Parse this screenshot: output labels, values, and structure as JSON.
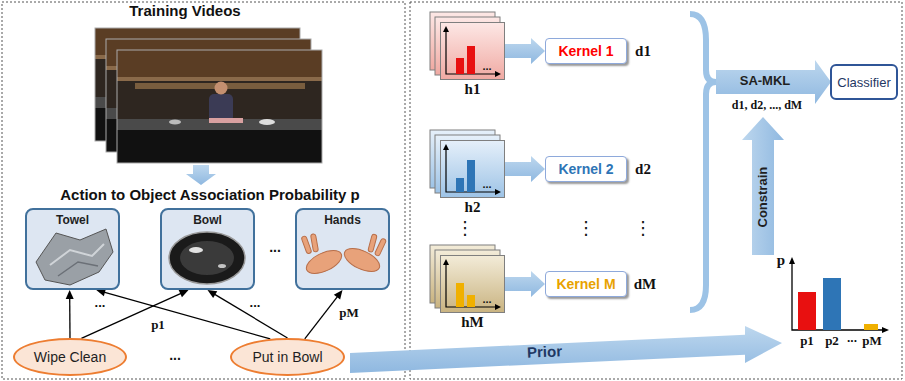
{
  "diagram": {
    "nodes": [
      {
        "text": [
          "Towel"
        ]
      },
      {
        "text": [
          "Bowl"
        ]
      },
      {
        "text": [
          "Hands"
        ]
      },
      {
        "text": [
          "Wipe Clean"
        ]
      },
      {
        "text": [
          "Put in Bowl"
        ]
      },
      {
        "text": [
          "h1"
        ]
      },
      {
        "text": [
          "Kernel 1"
        ]
      },
      {
        "text": [
          "h2"
        ]
      },
      {
        "text": [
          "Kernel 2"
        ]
      },
      {
        "text": [
          "hM"
        ]
      },
      {
        "text": [
          "Kernel M"
        ]
      },
      {
        "text": [
          "Classifier"
        ]
      }
    ],
    "edges": [
      {
        "from": 3,
        "to": 0,
        "arrow": "to"
      },
      {
        "from": 3,
        "to": 1,
        "arrow": "to"
      },
      {
        "from": 4,
        "to": 0,
        "arrow": "to",
        "label": "p1"
      },
      {
        "from": 4,
        "to": 1,
        "arrow": "to"
      },
      {
        "from": 4,
        "to": 2,
        "arrow": "to",
        "label": "pM"
      },
      {
        "from": 5,
        "to": 6,
        "arrow": "to"
      },
      {
        "from": 7,
        "to": 8,
        "arrow": "to"
      },
      {
        "from": 9,
        "to": 10,
        "arrow": "to"
      }
    ],
    "labels": [
      "Training Videos",
      "Action to Object Association Probability p",
      "...",
      "...",
      "...",
      "...",
      "Prior",
      "...",
      "...",
      "...",
      "d1",
      "⋮",
      "⋮",
      "⋮",
      "d2",
      "dM",
      "SA-MKL",
      "d1, d2, ..., dM",
      "Constrain",
      "p",
      "p1",
      "p2",
      "...",
      "pM"
    ]
  }
}
